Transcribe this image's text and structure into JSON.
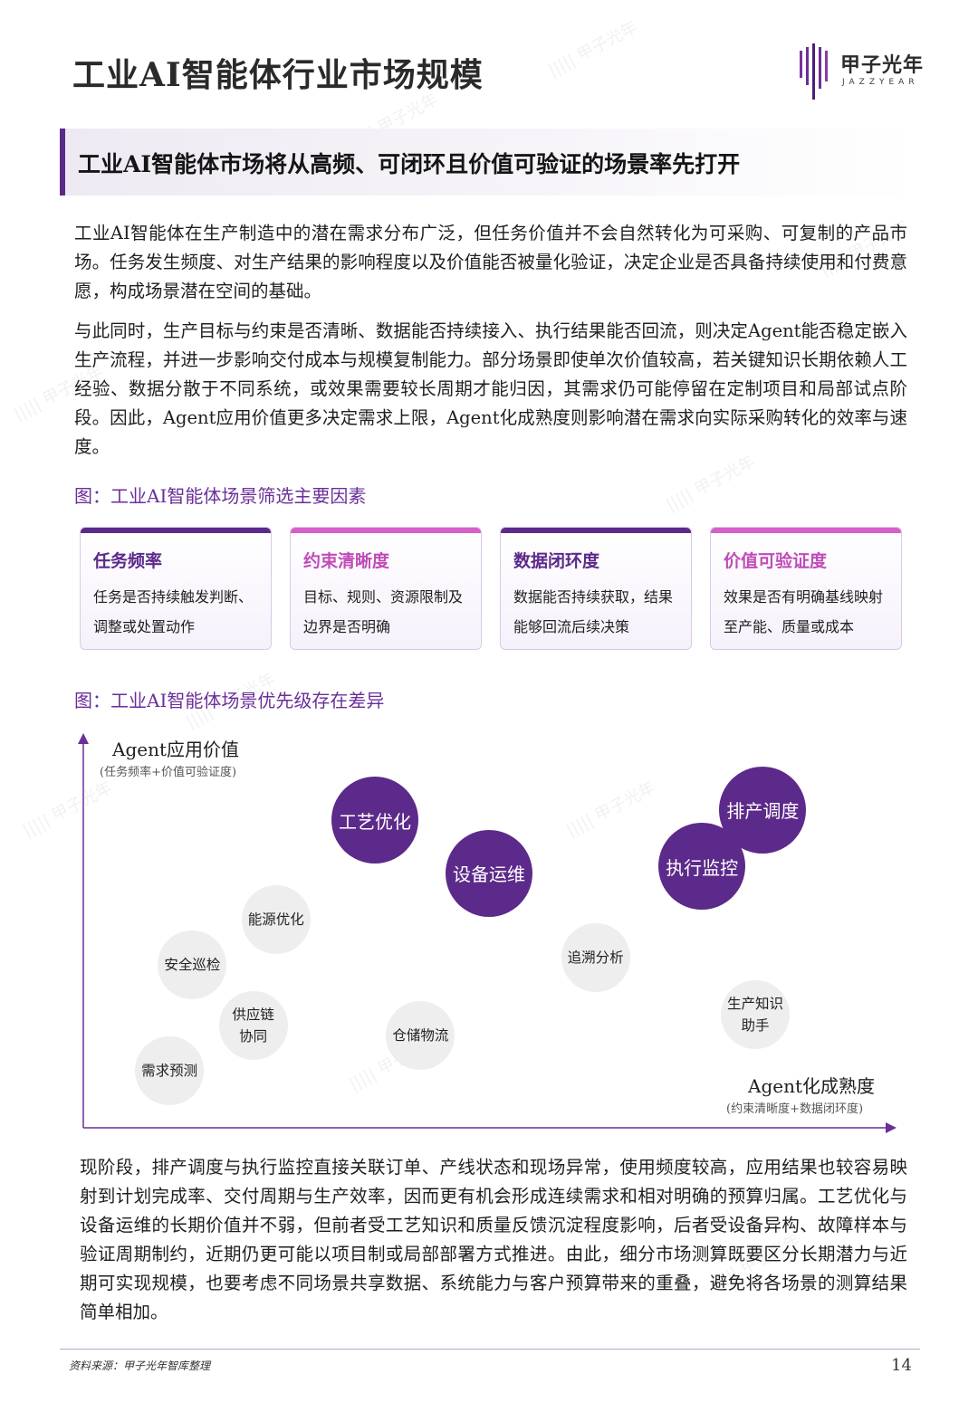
{
  "header": {
    "title": "工业AI智能体行业市场规模",
    "logo_cn": "甲子光年",
    "logo_en": "JAZZYEAR"
  },
  "banner": {
    "text": "工业AI智能体市场将从高频、可闭环且价值可验证的场景率先打开"
  },
  "paragraphs": {
    "p1": "工业AI智能体在生产制造中的潜在需求分布广泛，但任务价值并不会自然转化为可采购、可复制的产品市场。任务发生频度、对生产结果的影响程度以及价值能否被量化验证，决定企业是否具备持续使用和付费意愿，构成场景潜在空间的基础。",
    "p2": "与此同时，生产目标与约束是否清晰、数据能否持续接入、执行结果能否回流，则决定Agent能否稳定嵌入生产流程，并进一步影响交付成本与规模复制能力。部分场景即使单次价值较高，若关键知识长期依赖人工经验、数据分散于不同系统，或效果需要较长周期才能归因，其需求仍可能停留在定制项目和局部试点阶段。因此，Agent应用价值更多决定需求上限，Agent化成熟度则影响潜在需求向实际采购转化的效率与速度。",
    "p3": "现阶段，排产调度与执行监控直接关联订单、产线状态和现场异常，使用频度较高，应用结果也较容易映射到计划完成率、交付周期与生产效率，因而更有机会形成连续需求和相对明确的预算归属。工艺优化与设备运维的长期价值并不弱，但前者受工艺知识和质量反馈沉淀程度影响，后者受设备异构、故障样本与验证周期制约，近期仍更可能以项目制或局部部署方式推进。由此，细分市场测算既要区分长期潜力与近期可实现规模，也要考虑不同场景共享数据、系统能力与客户预算带来的重叠，避免将各场景的测算结果简单相加。"
  },
  "figure1": {
    "title": "图：工业AI智能体场景筛选主要因素",
    "cards": [
      {
        "title": "任务频率",
        "desc": "任务是否持续触发判断、调整或处置动作",
        "accent": "#5c2a8a",
        "title_color": "#5c2a8a"
      },
      {
        "title": "约束清晰度",
        "desc": "目标、规则、资源限制及边界是否明确",
        "accent": "#d65fc9",
        "title_color": "#c04cb8"
      },
      {
        "title": "数据闭环度",
        "desc": "数据能否持续获取，结果能够回流后续决策",
        "accent": "#5c2a8a",
        "title_color": "#5c2a8a"
      },
      {
        "title": "价值可验证度",
        "desc": "效果是否有明确基线映射至产能、质量或成本",
        "accent": "#d65fc9",
        "title_color": "#c04cb8"
      }
    ]
  },
  "figure2": {
    "title": "图：工业AI智能体场景优先级存在差异"
  },
  "chart_data": {
    "type": "scatter",
    "title": "",
    "ylabel": "Agent应用价值",
    "ylabel_sub": "(任务频率+价值可验证度)",
    "xlabel": "Agent化成熟度",
    "xlabel_sub": "(约束清晰度+数据闭环度)",
    "points": [
      {
        "label": "工艺优化",
        "x": 0.35,
        "y": 0.83,
        "size": "large",
        "color": "#5c2a8a"
      },
      {
        "label": "设备运维",
        "x": 0.5,
        "y": 0.68,
        "size": "large",
        "color": "#5c2a8a"
      },
      {
        "label": "排产调度",
        "x": 0.86,
        "y": 0.86,
        "size": "large",
        "color": "#5c2a8a"
      },
      {
        "label": "执行监控",
        "x": 0.78,
        "y": 0.7,
        "size": "large",
        "color": "#5c2a8a"
      },
      {
        "label": "能源优化",
        "x": 0.22,
        "y": 0.55,
        "size": "small",
        "color": "#eeeeee"
      },
      {
        "label": "安全巡检",
        "x": 0.11,
        "y": 0.42,
        "size": "small",
        "color": "#eeeeee"
      },
      {
        "label": "追溯分析",
        "x": 0.64,
        "y": 0.44,
        "size": "small",
        "color": "#eeeeee"
      },
      {
        "label": "供应链\n协同",
        "x": 0.19,
        "y": 0.25,
        "size": "small",
        "color": "#eeeeee"
      },
      {
        "label": "仓储物流",
        "x": 0.41,
        "y": 0.22,
        "size": "small",
        "color": "#eeeeee"
      },
      {
        "label": "生产知识\n助手",
        "x": 0.85,
        "y": 0.28,
        "size": "small",
        "color": "#eeeeee"
      },
      {
        "label": "需求预测",
        "x": 0.08,
        "y": 0.12,
        "size": "small",
        "color": "#eeeeee"
      }
    ],
    "xlim": [
      0,
      1
    ],
    "ylim": [
      0,
      1
    ],
    "grid": false
  },
  "footer": {
    "source": "资料来源：甲子光年智库整理",
    "page_number": "14"
  }
}
